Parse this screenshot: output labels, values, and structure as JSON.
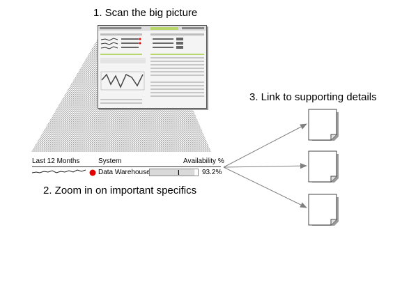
{
  "steps": {
    "scan": "1. Scan the big picture",
    "zoom": "2. Zoom in on important specifics",
    "link": "3. Link to supporting details"
  },
  "zoom_row": {
    "col_range": "Last 12 Months",
    "col_system": "System",
    "col_availability": "Availability %",
    "system_name": "Data Warehouse",
    "availability_value": "93.2%",
    "availability_fraction": 0.932,
    "status_color": "#e00000",
    "status_icon": "red-circle-icon"
  },
  "colors": {
    "funnel": "#c8c8c8",
    "arrow": "#808080",
    "text": "#000000"
  },
  "documents": [
    "document-icon",
    "document-icon",
    "document-icon"
  ]
}
